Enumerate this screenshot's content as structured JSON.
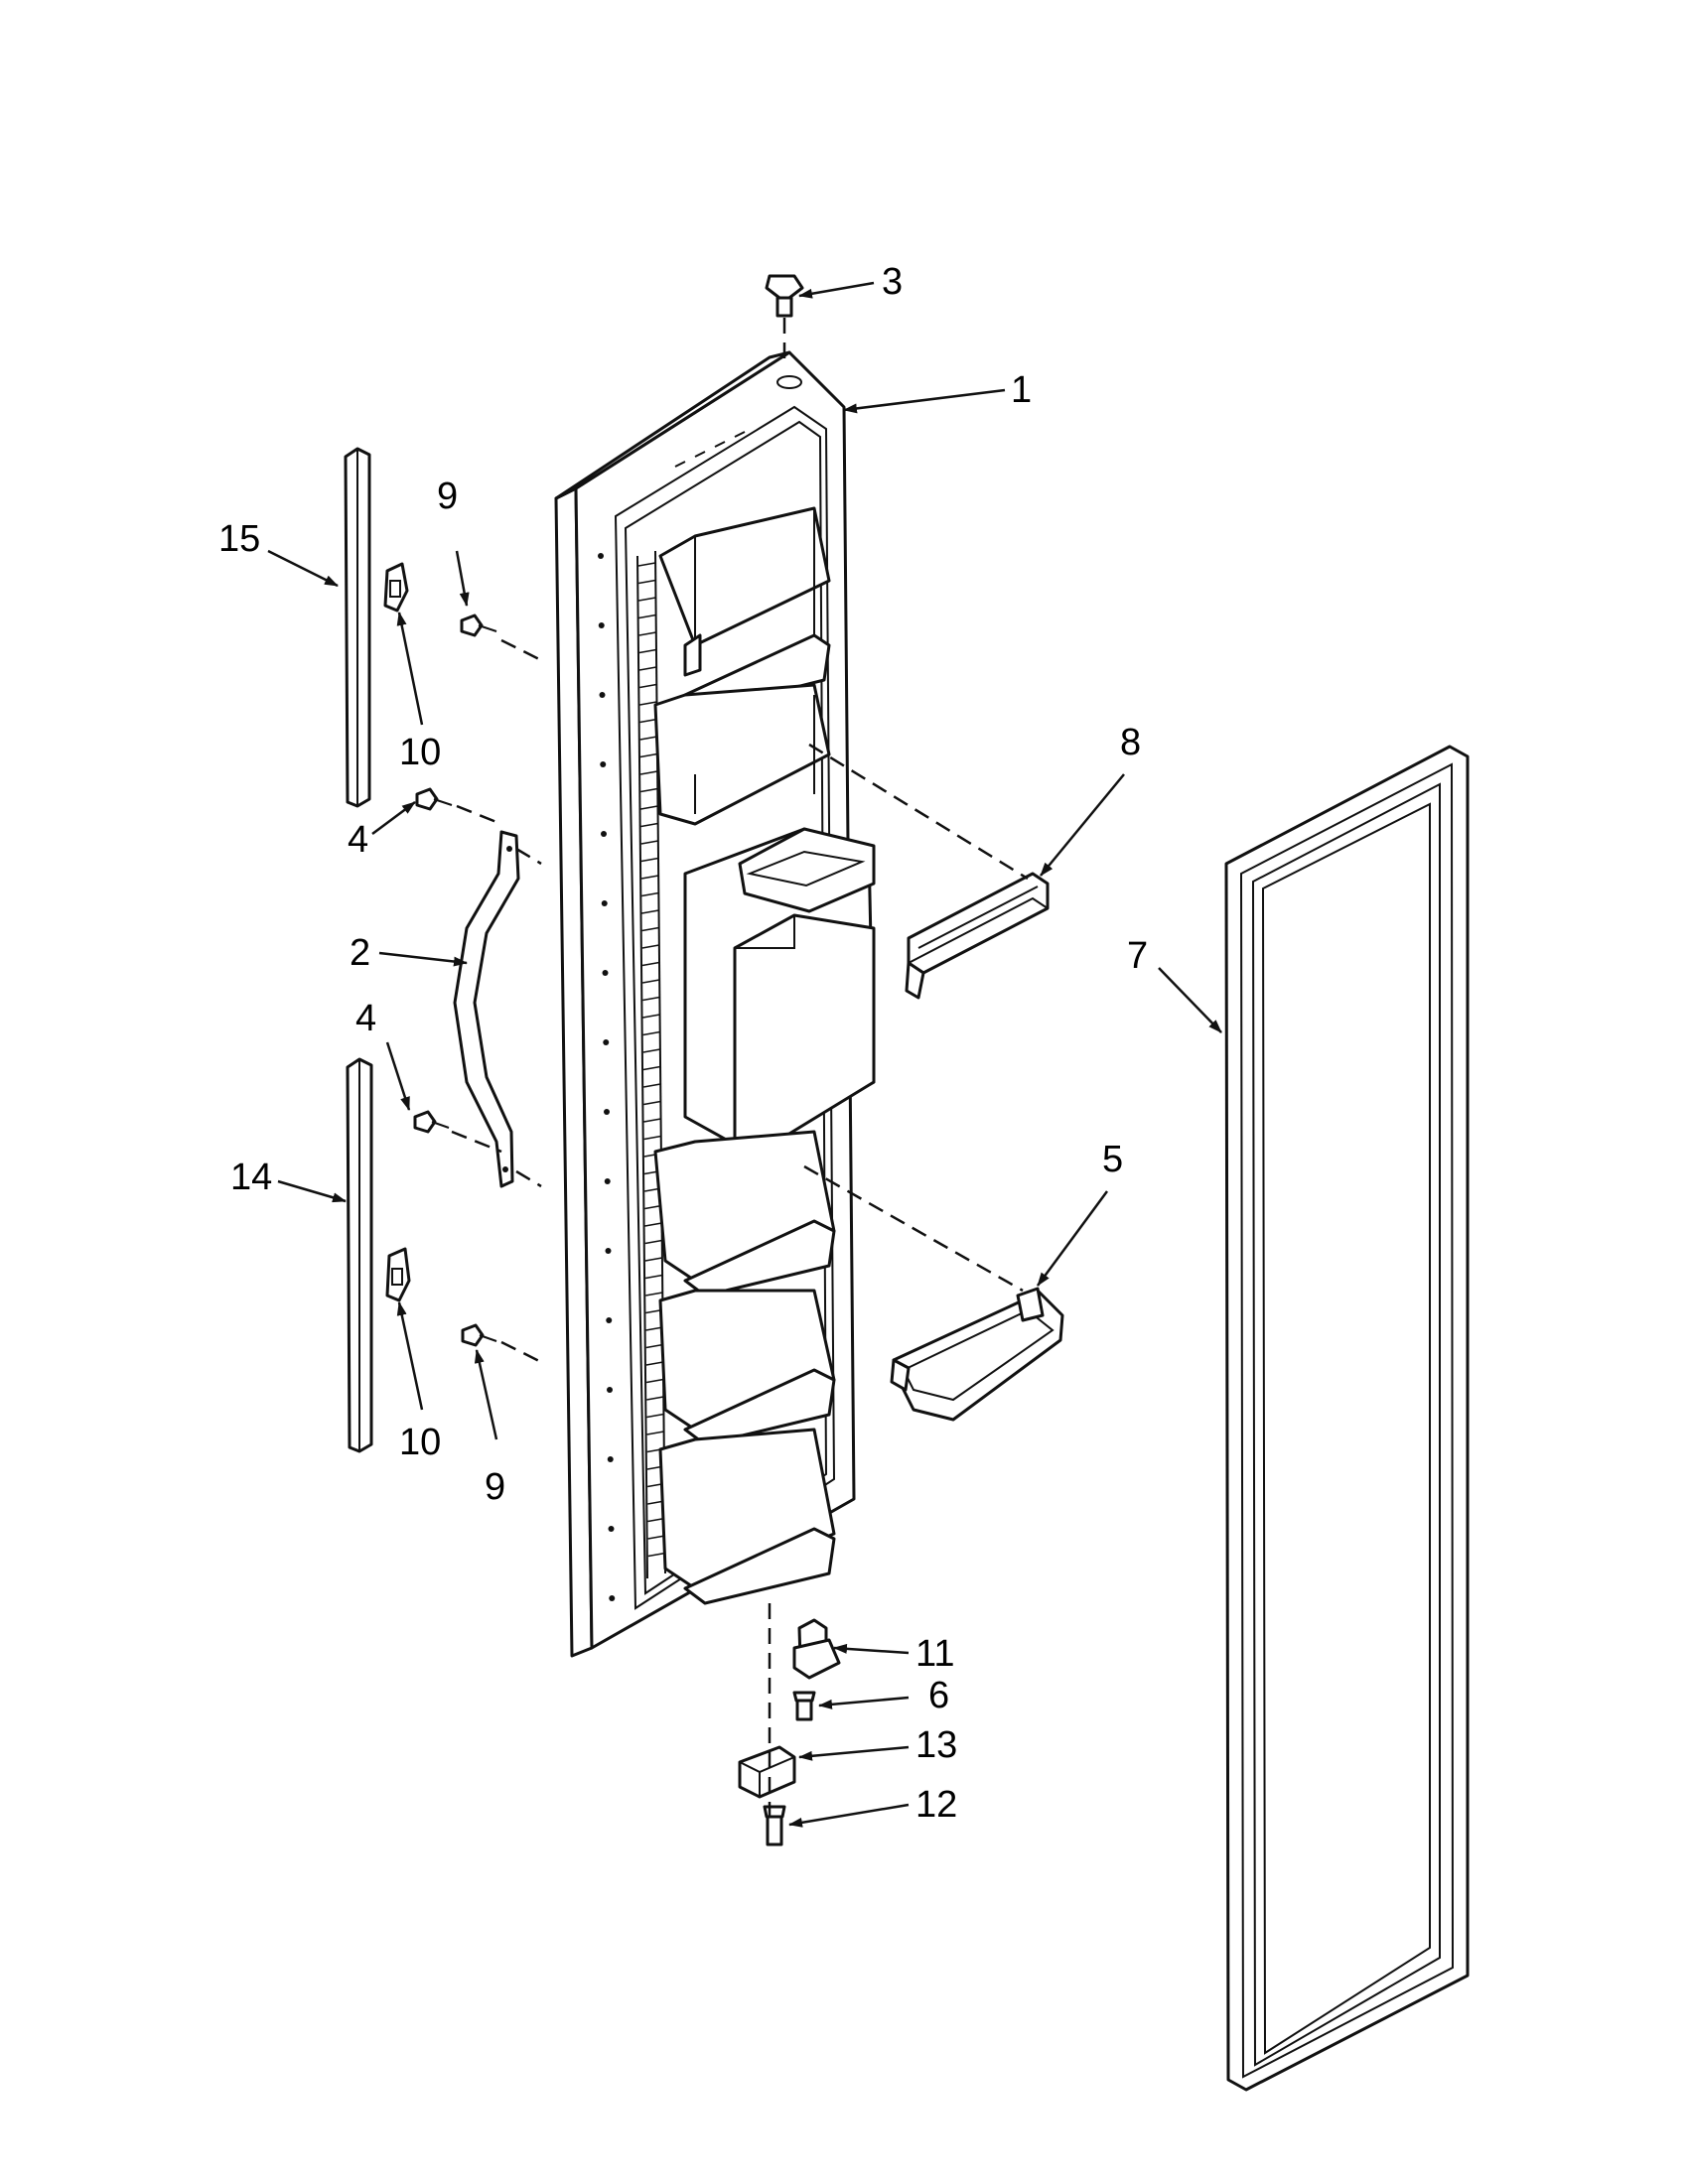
{
  "diagram": {
    "callouts": [
      {
        "id": "c3",
        "text": "3"
      },
      {
        "id": "c1",
        "text": "1"
      },
      {
        "id": "c9a",
        "text": "9"
      },
      {
        "id": "c15",
        "text": "15"
      },
      {
        "id": "c10a",
        "text": "10"
      },
      {
        "id": "c8",
        "text": "8"
      },
      {
        "id": "c4a",
        "text": "4"
      },
      {
        "id": "c2",
        "text": "2"
      },
      {
        "id": "c7",
        "text": "7"
      },
      {
        "id": "c4b",
        "text": "4"
      },
      {
        "id": "c5",
        "text": "5"
      },
      {
        "id": "c14",
        "text": "14"
      },
      {
        "id": "c10b",
        "text": "10"
      },
      {
        "id": "c9b",
        "text": "9"
      },
      {
        "id": "c11",
        "text": "11"
      },
      {
        "id": "c6",
        "text": "6"
      },
      {
        "id": "c13",
        "text": "13"
      },
      {
        "id": "c12",
        "text": "12"
      }
    ]
  }
}
